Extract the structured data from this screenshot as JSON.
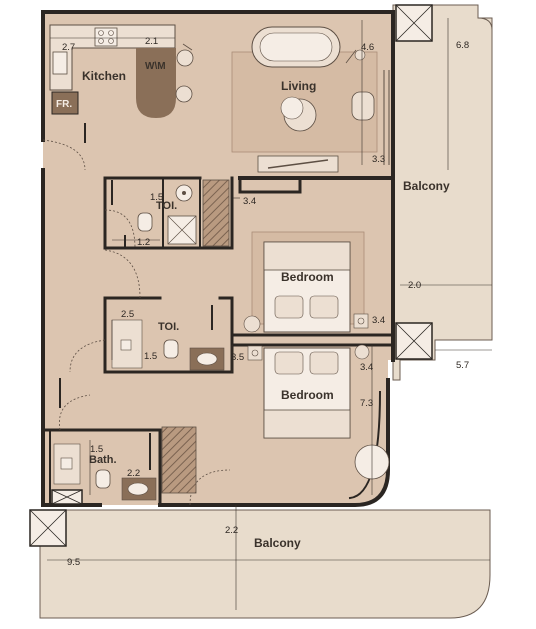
{
  "colors": {
    "interior": "#dcc5b0",
    "balcony": "#e8dccc",
    "wall": "#2b2622",
    "furniture": "#c9a98c",
    "furniture_light": "#ecdfd2",
    "furniture_dark": "#8a6f58",
    "rug": "#d5bba4",
    "text": "#3a322b"
  },
  "rooms": {
    "kitchen": "Kitchen",
    "walk_in": "W\\M",
    "fridge": "FR.",
    "living": "Living",
    "balcony_east": "Balcony",
    "balcony_south": "Balcony",
    "toilet_1": "TOI.",
    "toilet_2": "TOI.",
    "bedroom_1": "Bedroom",
    "bedroom_2": "Bedroom",
    "bath": "Bath."
  },
  "dimensions": {
    "kitchen_depth": "2.7",
    "kitchen_width": "2.1",
    "living_depth": "4.6",
    "living_width": "3.3",
    "toilet1_width": "1.5",
    "toilet1_depth": "1.2",
    "wardrobe_1": "3.4",
    "balcony_east_width": "6.8",
    "balcony_east_depth": "2.0",
    "balcony_east_lower": "5.7",
    "toilet2_width": "2.5",
    "toilet2_depth": "1.5",
    "bedroom1_width": "3.4",
    "bedroom1_depth": "3.5",
    "bedroom2_width": "3.4",
    "bedroom2_depth": "7.3",
    "bath_width": "1.5",
    "bath_depth": "2.2",
    "balcony_south_depth": "2.2",
    "balcony_south_width": "9.5"
  }
}
